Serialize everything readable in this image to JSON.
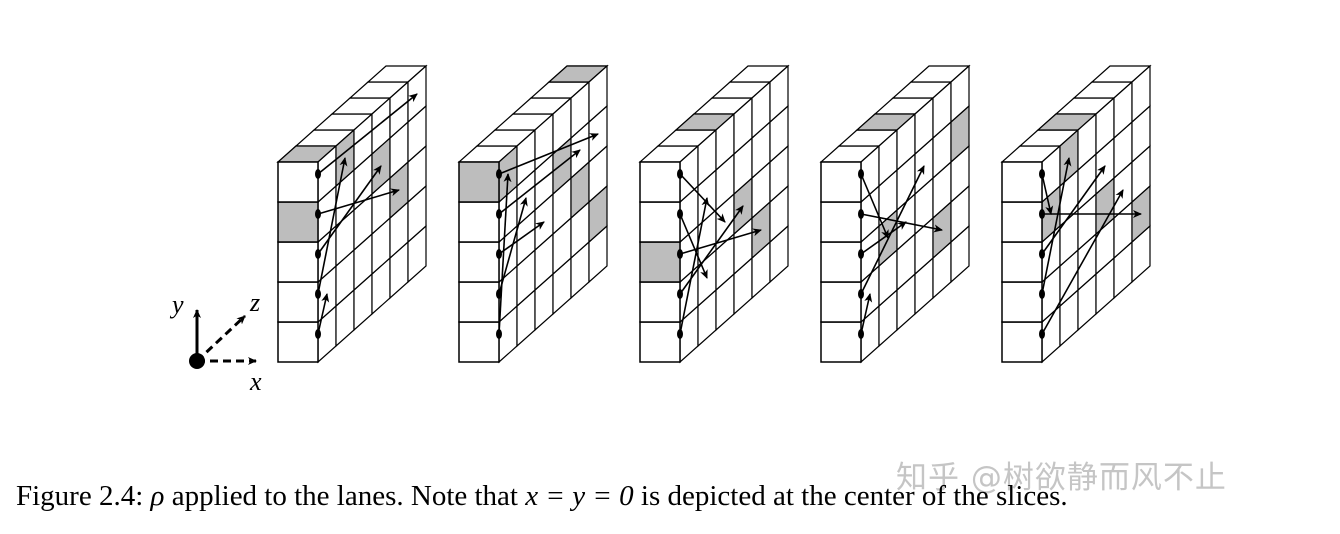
{
  "figure": {
    "axes": {
      "x_label": "x",
      "y_label": "y",
      "z_label": "z"
    }
  },
  "caption": {
    "lead": "Figure 2.4: ",
    "rho": "ρ",
    "text1": " applied to the lanes. Note that ",
    "math": "x = y = 0",
    "text2": " is depicted at the center of the slices."
  },
  "watermark": "知乎 @树欲静而风不止",
  "colors": {
    "shade": "#bdbdbd",
    "stroke": "#000000",
    "face": "#ffffff"
  },
  "slices": [
    {
      "name": "slice-1",
      "front_shaded": [
        [
          3,
          0
        ]
      ],
      "top_shaded": [
        [
          2,
          0
        ]
      ],
      "side_shaded": [
        [
          4,
          1
        ],
        [
          3,
          3
        ],
        [
          2,
          4
        ]
      ],
      "arrows": [
        [
          0,
          0,
          1,
          0
        ],
        [
          1,
          0,
          4,
          1
        ],
        [
          2,
          0,
          3,
          3
        ],
        [
          3,
          0,
          2,
          4
        ],
        [
          4,
          0,
          4,
          5
        ]
      ]
    },
    {
      "name": "slice-2",
      "front_shaded": [
        [
          4,
          0
        ]
      ],
      "top_shaded": [
        [
          4,
          5
        ]
      ],
      "side_shaded": [
        [
          4,
          0
        ],
        [
          3,
          3
        ],
        [
          2,
          4
        ],
        [
          1,
          5
        ]
      ],
      "arrows": [
        [
          0,
          0,
          4,
          0
        ],
        [
          1,
          0,
          3,
          1
        ],
        [
          2,
          0,
          2,
          2
        ],
        [
          3,
          0,
          3,
          4
        ],
        [
          4,
          0,
          3,
          5
        ]
      ]
    },
    {
      "name": "slice-3",
      "front_shaded": [
        [
          2,
          0
        ]
      ],
      "top_shaded": [
        [
          4,
          2
        ]
      ],
      "side_shaded": [
        [
          2,
          3
        ],
        [
          1,
          4
        ]
      ],
      "arrows": [
        [
          0,
          0,
          3,
          1
        ],
        [
          1,
          0,
          2,
          3
        ],
        [
          2,
          0,
          1,
          4
        ],
        [
          3,
          0,
          1,
          1
        ],
        [
          4,
          0,
          2,
          2
        ]
      ]
    },
    {
      "name": "slice-4",
      "front_shaded": [],
      "top_shaded": [
        [
          3,
          2
        ]
      ],
      "side_shaded": [
        [
          2,
          1
        ],
        [
          3,
          5
        ],
        [
          1,
          4
        ]
      ],
      "arrows": [
        [
          0,
          0,
          1,
          0
        ],
        [
          1,
          0,
          3,
          3
        ],
        [
          2,
          0,
          2,
          2
        ],
        [
          3,
          0,
          1,
          4
        ],
        [
          4,
          0,
          2,
          1
        ]
      ]
    },
    {
      "name": "slice-5",
      "front_shaded": [],
      "top_shaded": [
        [
          4,
          2
        ]
      ],
      "side_shaded": [
        [
          3,
          0
        ],
        [
          2,
          3
        ],
        [
          4,
          1
        ],
        [
          1,
          5
        ]
      ],
      "arrows": [
        [
          0,
          0,
          2,
          4
        ],
        [
          1,
          0,
          4,
          1
        ],
        [
          2,
          0,
          3,
          3
        ],
        [
          3,
          0,
          1,
          5
        ],
        [
          4,
          0,
          3,
          0
        ]
      ]
    }
  ]
}
